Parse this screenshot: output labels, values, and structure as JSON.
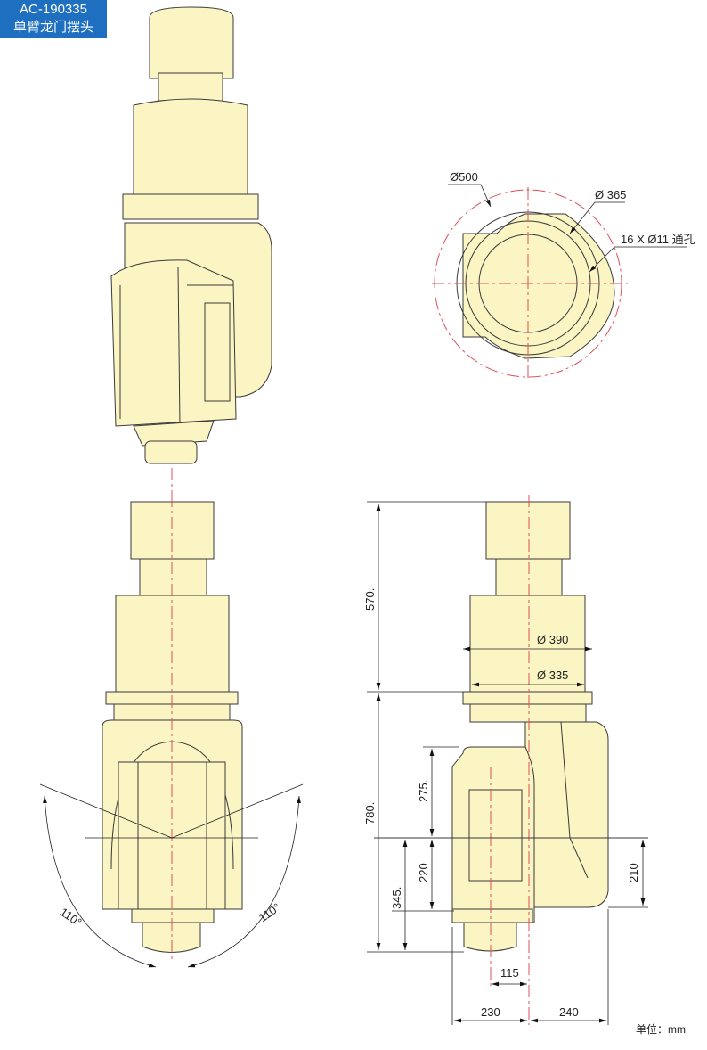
{
  "title": {
    "model": "AC-190335",
    "name": "单臂龙门摆头"
  },
  "top_view": {
    "dia_outer": "Ø500",
    "dia_bolt": "Ø 365",
    "holes": "16 X Ø11 通孔"
  },
  "front_view": {
    "angle_left": "110°",
    "angle_right": "110°"
  },
  "side_view": {
    "dim_570": "570.",
    "dim_780": "780.",
    "dim_275": "275.",
    "dim_220": "220",
    "dim_345": "345.",
    "dim_210": "210",
    "dim_390": "Ø 390",
    "dim_335": "Ø 335",
    "dim_115": "115",
    "dim_230": "230",
    "dim_240": "240"
  },
  "unit": "单位：mm",
  "colors": {
    "body": "#fbf4c3",
    "centerline": "#e0505a",
    "title_bg": "#1e6fc0"
  }
}
